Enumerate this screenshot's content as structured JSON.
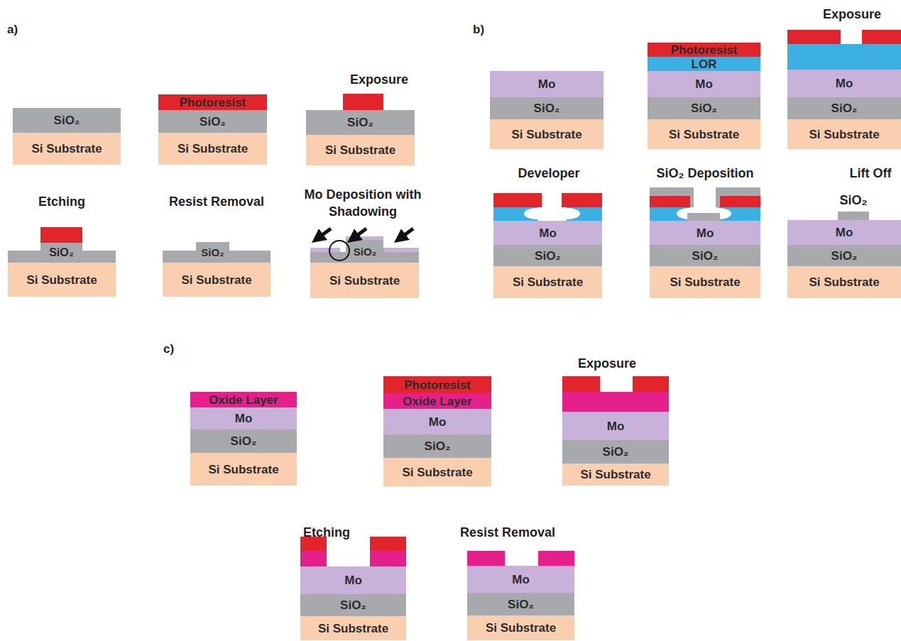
{
  "diagram": {
    "nodes": [
      {
        "text": [
          "SiO₂"
        ]
      },
      {
        "text": [
          "Si Substrate"
        ]
      },
      {
        "text": [
          "Photoresist"
        ]
      },
      {
        "text": [
          "SiO₂"
        ]
      },
      {
        "text": [
          "Si Substrate"
        ]
      },
      {
        "text": [
          "SiO₂"
        ]
      },
      {
        "text": [
          "Si Substrate"
        ]
      },
      {
        "text": [
          "SiO₂"
        ]
      },
      {
        "text": [
          "Si Substrate"
        ]
      },
      {
        "text": [
          "SiO₂"
        ]
      },
      {
        "text": [
          "Si Substrate"
        ]
      },
      {
        "text": [
          "SiO₂"
        ]
      },
      {
        "text": [
          "Si Substrate"
        ]
      },
      {
        "text": [
          "Mo"
        ]
      },
      {
        "text": [
          "SiO₂"
        ]
      },
      {
        "text": [
          "Si Substrate"
        ]
      },
      {
        "text": [
          "Photoresist"
        ]
      },
      {
        "text": [
          "LOR"
        ]
      },
      {
        "text": [
          "Mo"
        ]
      },
      {
        "text": [
          "SiO₂"
        ]
      },
      {
        "text": [
          "Si Substrate"
        ]
      },
      {
        "text": [
          "Mo"
        ]
      },
      {
        "text": [
          "SiO₂"
        ]
      },
      {
        "text": [
          "Si Substrate"
        ]
      },
      {
        "text": [
          "Mo"
        ]
      },
      {
        "text": [
          "SiO₂"
        ]
      },
      {
        "text": [
          "Si Substrate"
        ]
      },
      {
        "text": [
          "Mo"
        ]
      },
      {
        "text": [
          "SiO₂"
        ]
      },
      {
        "text": [
          "Si Substrate"
        ]
      },
      {
        "text": [
          "Mo"
        ]
      },
      {
        "text": [
          "SiO₂"
        ]
      },
      {
        "text": [
          "Si Substrate"
        ]
      },
      {
        "text": [
          "Oxide Layer"
        ]
      },
      {
        "text": [
          "Mo"
        ]
      },
      {
        "text": [
          "SiO₂"
        ]
      },
      {
        "text": [
          "Si Substrate"
        ]
      },
      {
        "text": [
          "Photoresist"
        ]
      },
      {
        "text": [
          "Oxide Layer"
        ]
      },
      {
        "text": [
          "Mo"
        ]
      },
      {
        "text": [
          "SiO₂"
        ]
      },
      {
        "text": [
          "Si Substrate"
        ]
      },
      {
        "text": [
          "Mo"
        ]
      },
      {
        "text": [
          "SiO₂"
        ]
      },
      {
        "text": [
          "Si Substrate"
        ]
      },
      {
        "text": [
          "Mo"
        ]
      },
      {
        "text": [
          "SiO₂"
        ]
      },
      {
        "text": [
          "Si Substrate"
        ]
      },
      {
        "text": [
          "Mo"
        ]
      },
      {
        "text": [
          "SiO₂"
        ]
      },
      {
        "text": [
          "Si Substrate"
        ]
      }
    ],
    "labels": [
      "a)",
      "b)",
      "c)",
      "Exposure",
      "Etching",
      "Resist Removal",
      "Mo Deposition with Shadowing",
      "Exposure",
      "Developer",
      "SiO₂ Deposition",
      "Lift Off",
      "SiO₂",
      "Exposure",
      "Etching",
      "Resist Removal"
    ]
  }
}
